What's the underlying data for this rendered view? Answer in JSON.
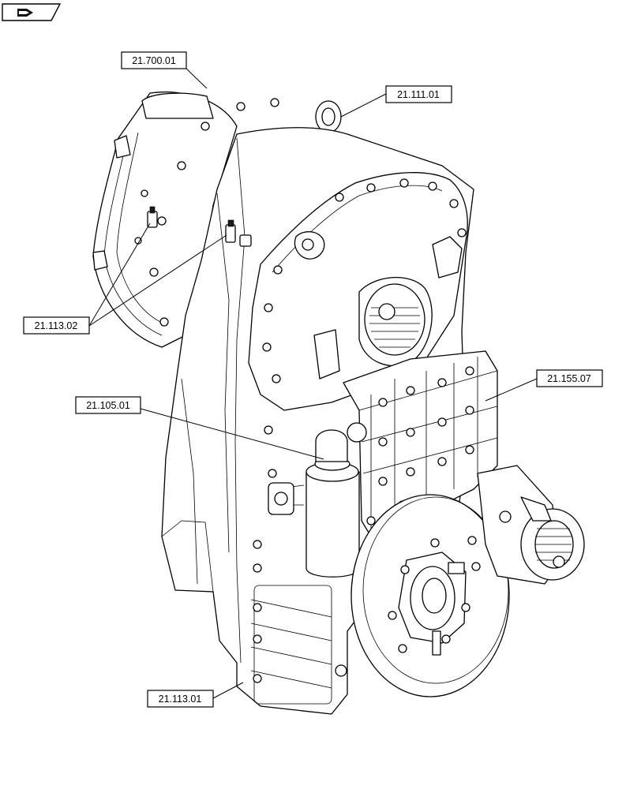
{
  "nav_icon": "back-arrow-icon",
  "callouts": [
    {
      "id": "c1",
      "label": "21.700.01"
    },
    {
      "id": "c2",
      "label": "21.111.01"
    },
    {
      "id": "c3",
      "label": "21.113.02"
    },
    {
      "id": "c4",
      "label": "21.155.07"
    },
    {
      "id": "c5",
      "label": "21.105.01"
    },
    {
      "id": "c6",
      "label": "21.113.01"
    }
  ]
}
